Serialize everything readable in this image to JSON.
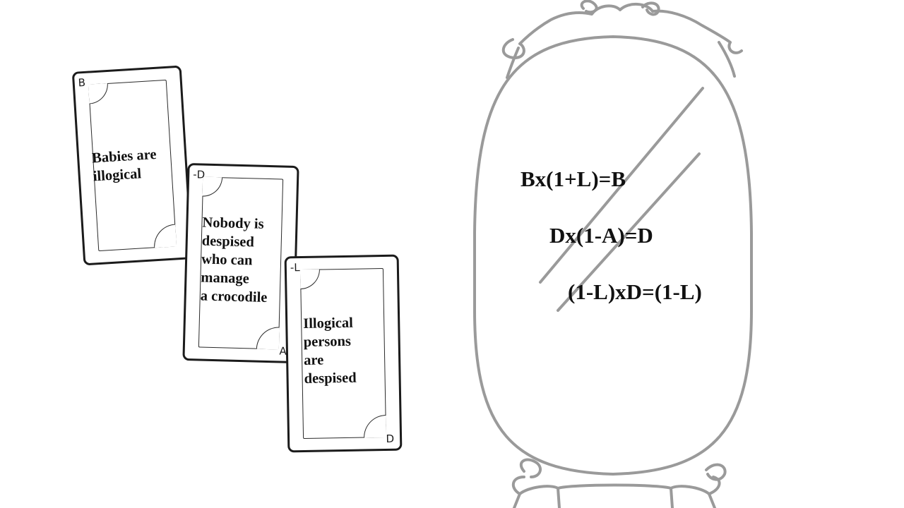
{
  "cards": [
    {
      "corner_top": "B",
      "corner_bottom": "",
      "text": "Babies are\nillogical"
    },
    {
      "corner_top": "-D",
      "corner_bottom": "A",
      "text": "Nobody is\ndespised\nwho can\nmanage\na crocodile"
    },
    {
      "corner_top": "-L",
      "corner_bottom": "D",
      "text": "Illogical\npersons\nare\ndespised"
    }
  ],
  "mirror": {
    "equations": [
      "Bx(1+L)=B",
      "Dx(1-A)=D",
      "(1-L)xD=(1-L)"
    ]
  },
  "colors": {
    "ink": "#1b1b1b",
    "mirror_stroke": "#9a9a9a",
    "background": "#ffffff"
  }
}
